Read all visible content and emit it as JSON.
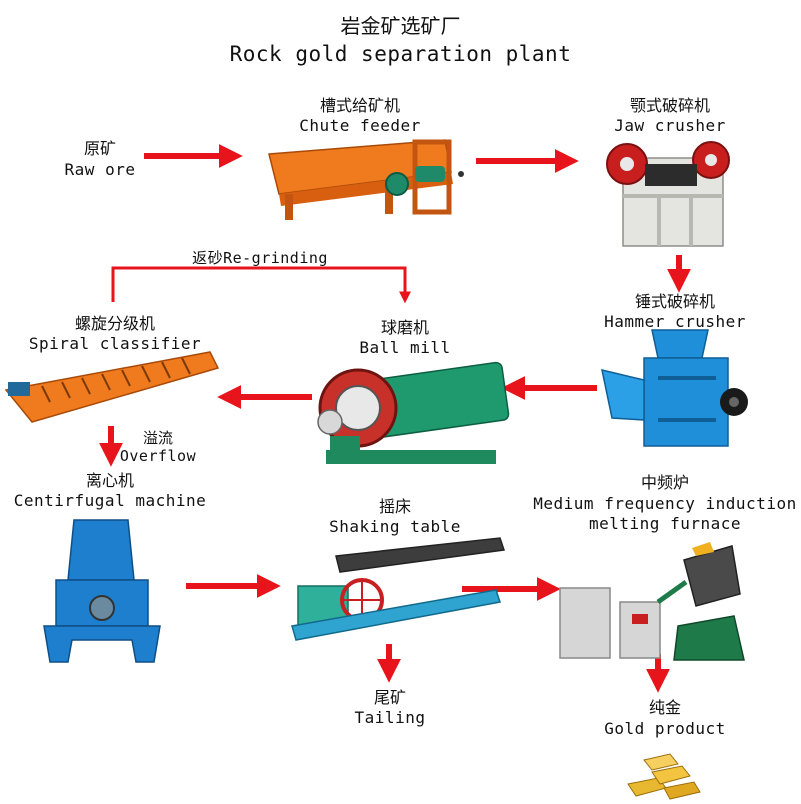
{
  "title": {
    "zh": "岩金矿选矿厂",
    "en": "Rock gold separation plant"
  },
  "nodes": {
    "raw_ore": {
      "zh": "原矿",
      "en": "Raw ore"
    },
    "chute_feeder": {
      "zh": "槽式给矿机",
      "en": "Chute feeder"
    },
    "jaw_crusher": {
      "zh": "颚式破碎机",
      "en": "Jaw crusher"
    },
    "hammer_crusher": {
      "zh": "锤式破碎机",
      "en": "Hammer crusher"
    },
    "ball_mill": {
      "zh": "球磨机",
      "en": "Ball mill"
    },
    "spiral_classifier": {
      "zh": "螺旋分级机",
      "en": "Spiral classifier"
    },
    "centrifugal_machine": {
      "zh": "离心机",
      "en": "Centirfugal machine"
    },
    "shaking_table": {
      "zh": "摇床",
      "en": "Shaking table"
    },
    "furnace": {
      "zh": "中频炉",
      "en_line1": "Medium frequency induction",
      "en_line2": "melting furnace"
    },
    "tailing": {
      "zh": "尾矿",
      "en": "Tailing"
    },
    "gold_product": {
      "zh": "纯金",
      "en": "Gold product"
    }
  },
  "edges": {
    "regrinding": "返砂Re-grinding",
    "overflow": {
      "zh": "溢流",
      "en": "Overflow"
    }
  },
  "colors": {
    "arrow": "#e8141b",
    "orange_machine": "#f07a1e",
    "blue_machine": "#1e8fd8",
    "gold": "#e8b830"
  }
}
